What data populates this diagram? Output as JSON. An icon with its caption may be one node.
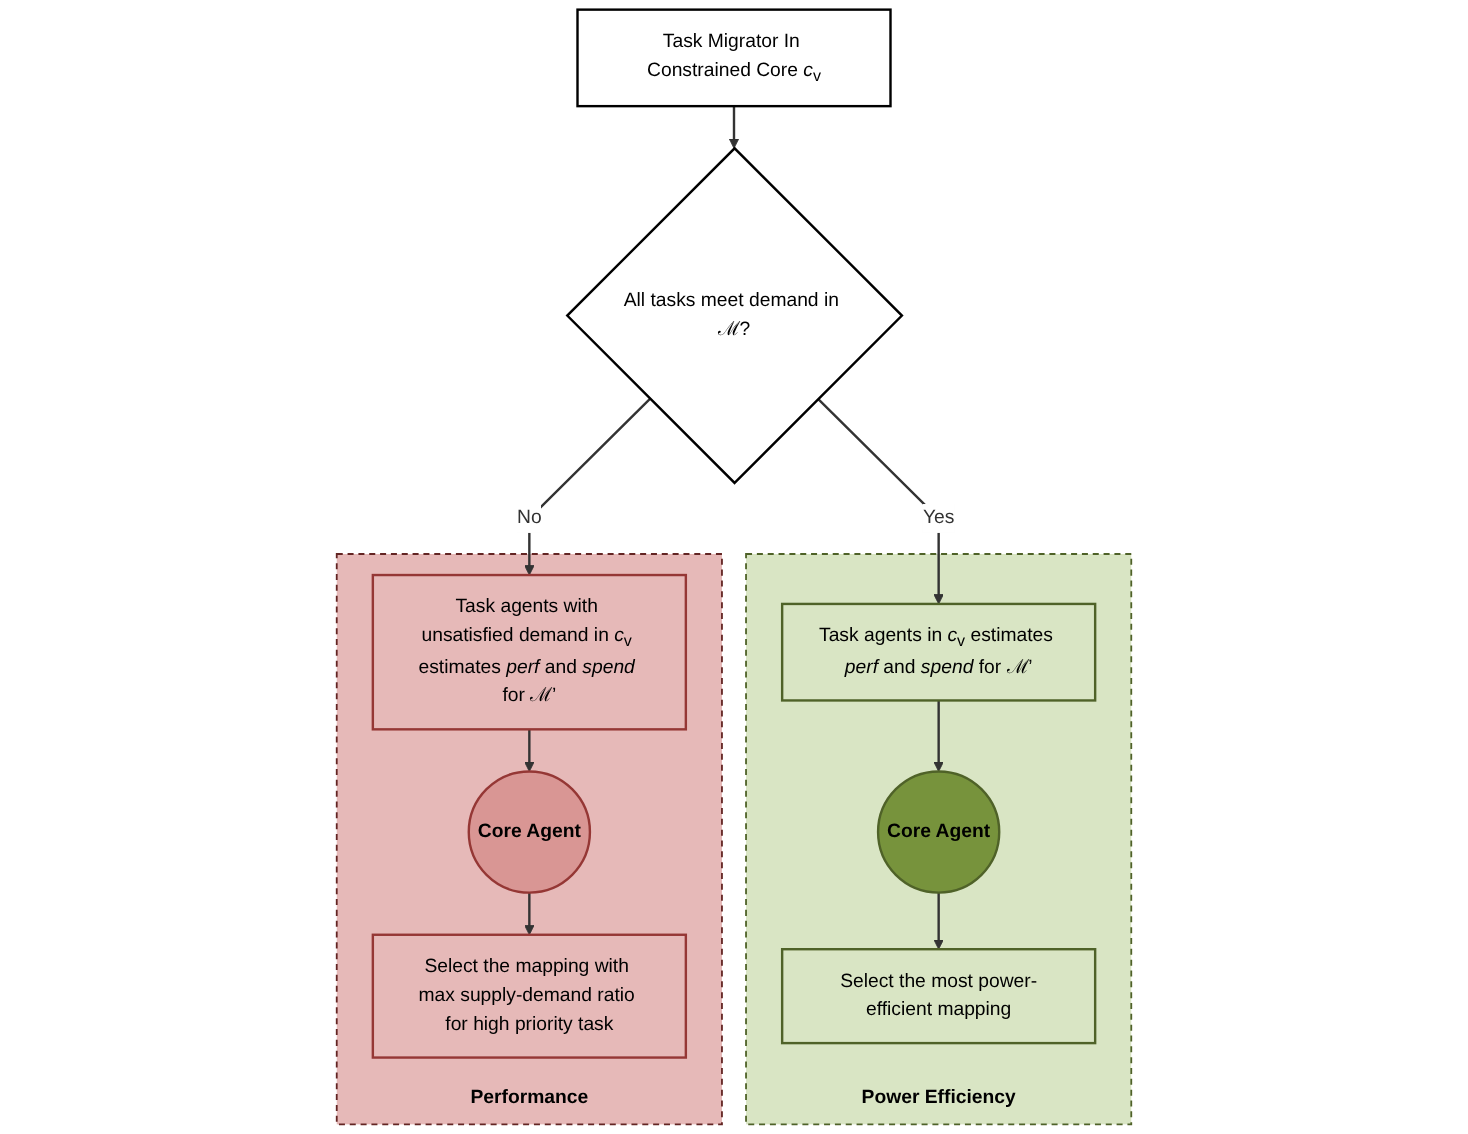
{
  "diagram": {
    "nodes": [
      {
        "text": [
          "Task Migrator In Constrained Core *c*$_{v}$"
        ]
      },
      {
        "text": [
          "All tasks meet demand in ℳ?"
        ]
      },
      {
        "text": [
          "Power Efficiency"
        ]
      },
      {
        "text": [
          "Task agents in *c*$_{v}$ estimates *perf* and *spend* for ℳ’"
        ],
        "in": 2
      },
      {
        "text": [
          "Core Agent"
        ],
        "in": 2
      },
      {
        "text": [
          "Select the most power-efficient mapping"
        ],
        "in": 2
      },
      {
        "text": [
          "Performance"
        ]
      },
      {
        "text": [
          "Task agents with unsatisfied demand in *c*$_{v}$ estimates *perf* and *spend* for ℳ’"
        ],
        "in": 6
      },
      {
        "text": [
          "Core Agent"
        ],
        "in": 6
      },
      {
        "text": [
          "Select the mapping with max supply-demand ratio for high priority task"
        ],
        "in": 6
      }
    ],
    "edges": [
      {
        "from": 0,
        "to": 1,
        "arrow": "to"
      },
      {
        "from": 1,
        "to": 3,
        "arrow": "to",
        "label": "Yes"
      },
      {
        "from": 1,
        "to": 7,
        "arrow": "to",
        "label": "No"
      },
      {
        "from": 3,
        "to": 4,
        "arrow": "to"
      },
      {
        "from": 4,
        "to": 5,
        "arrow": "to"
      },
      {
        "from": 7,
        "to": 8,
        "arrow": "to"
      },
      {
        "from": 8,
        "to": 9,
        "arrow": "to"
      }
    ]
  }
}
